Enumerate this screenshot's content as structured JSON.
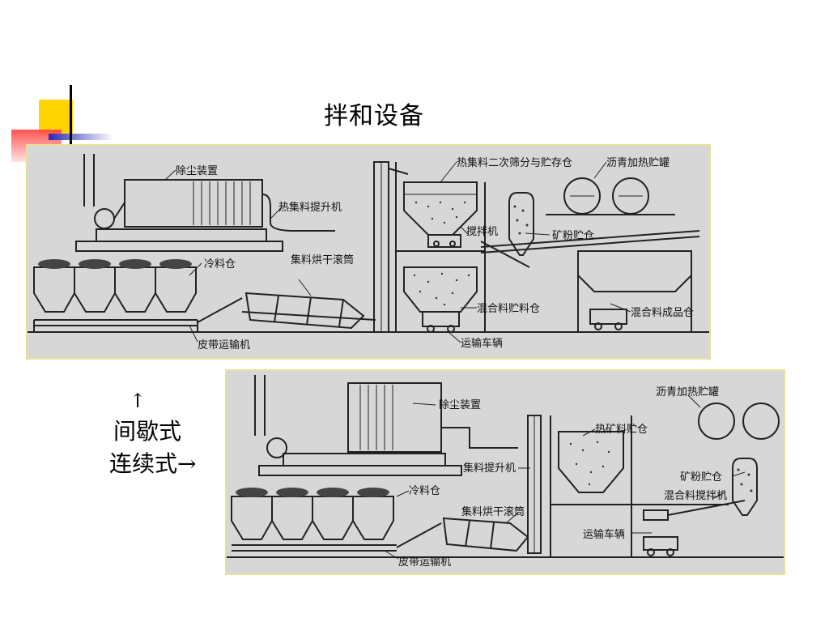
{
  "title": "拌和设备",
  "side": {
    "arrow_up": "↑",
    "batch": "间歇式",
    "continuous": "连续式→"
  },
  "diagram1": {
    "labels": {
      "dust": "除尘装置",
      "elevator": "热集料提升机",
      "cold_bin": "冷料仓",
      "dryer": "集料烘干滚筒",
      "belt": "皮带运输机",
      "screen": "热集料二次筛分与贮存仓",
      "asphalt_tank": "沥青加热贮罐",
      "mixer": "搅拌机",
      "filler_silo": "矿粉贮仓",
      "mix_silo": "混合料贮料仓",
      "finished_silo": "混合料成品仓",
      "truck": "运输车辆"
    }
  },
  "diagram2": {
    "labels": {
      "dust": "除尘装置",
      "asphalt_tank": "沥青加热贮罐",
      "hot_bin": "热矿料贮仓",
      "elevator": "集料提升机",
      "cold_bin": "冷料仓",
      "filler_silo": "矿粉贮仓",
      "mixer": "混合料搅拌机",
      "dryer": "集料烘干滚筒",
      "truck": "运输车辆",
      "belt": "皮带运输机"
    }
  }
}
